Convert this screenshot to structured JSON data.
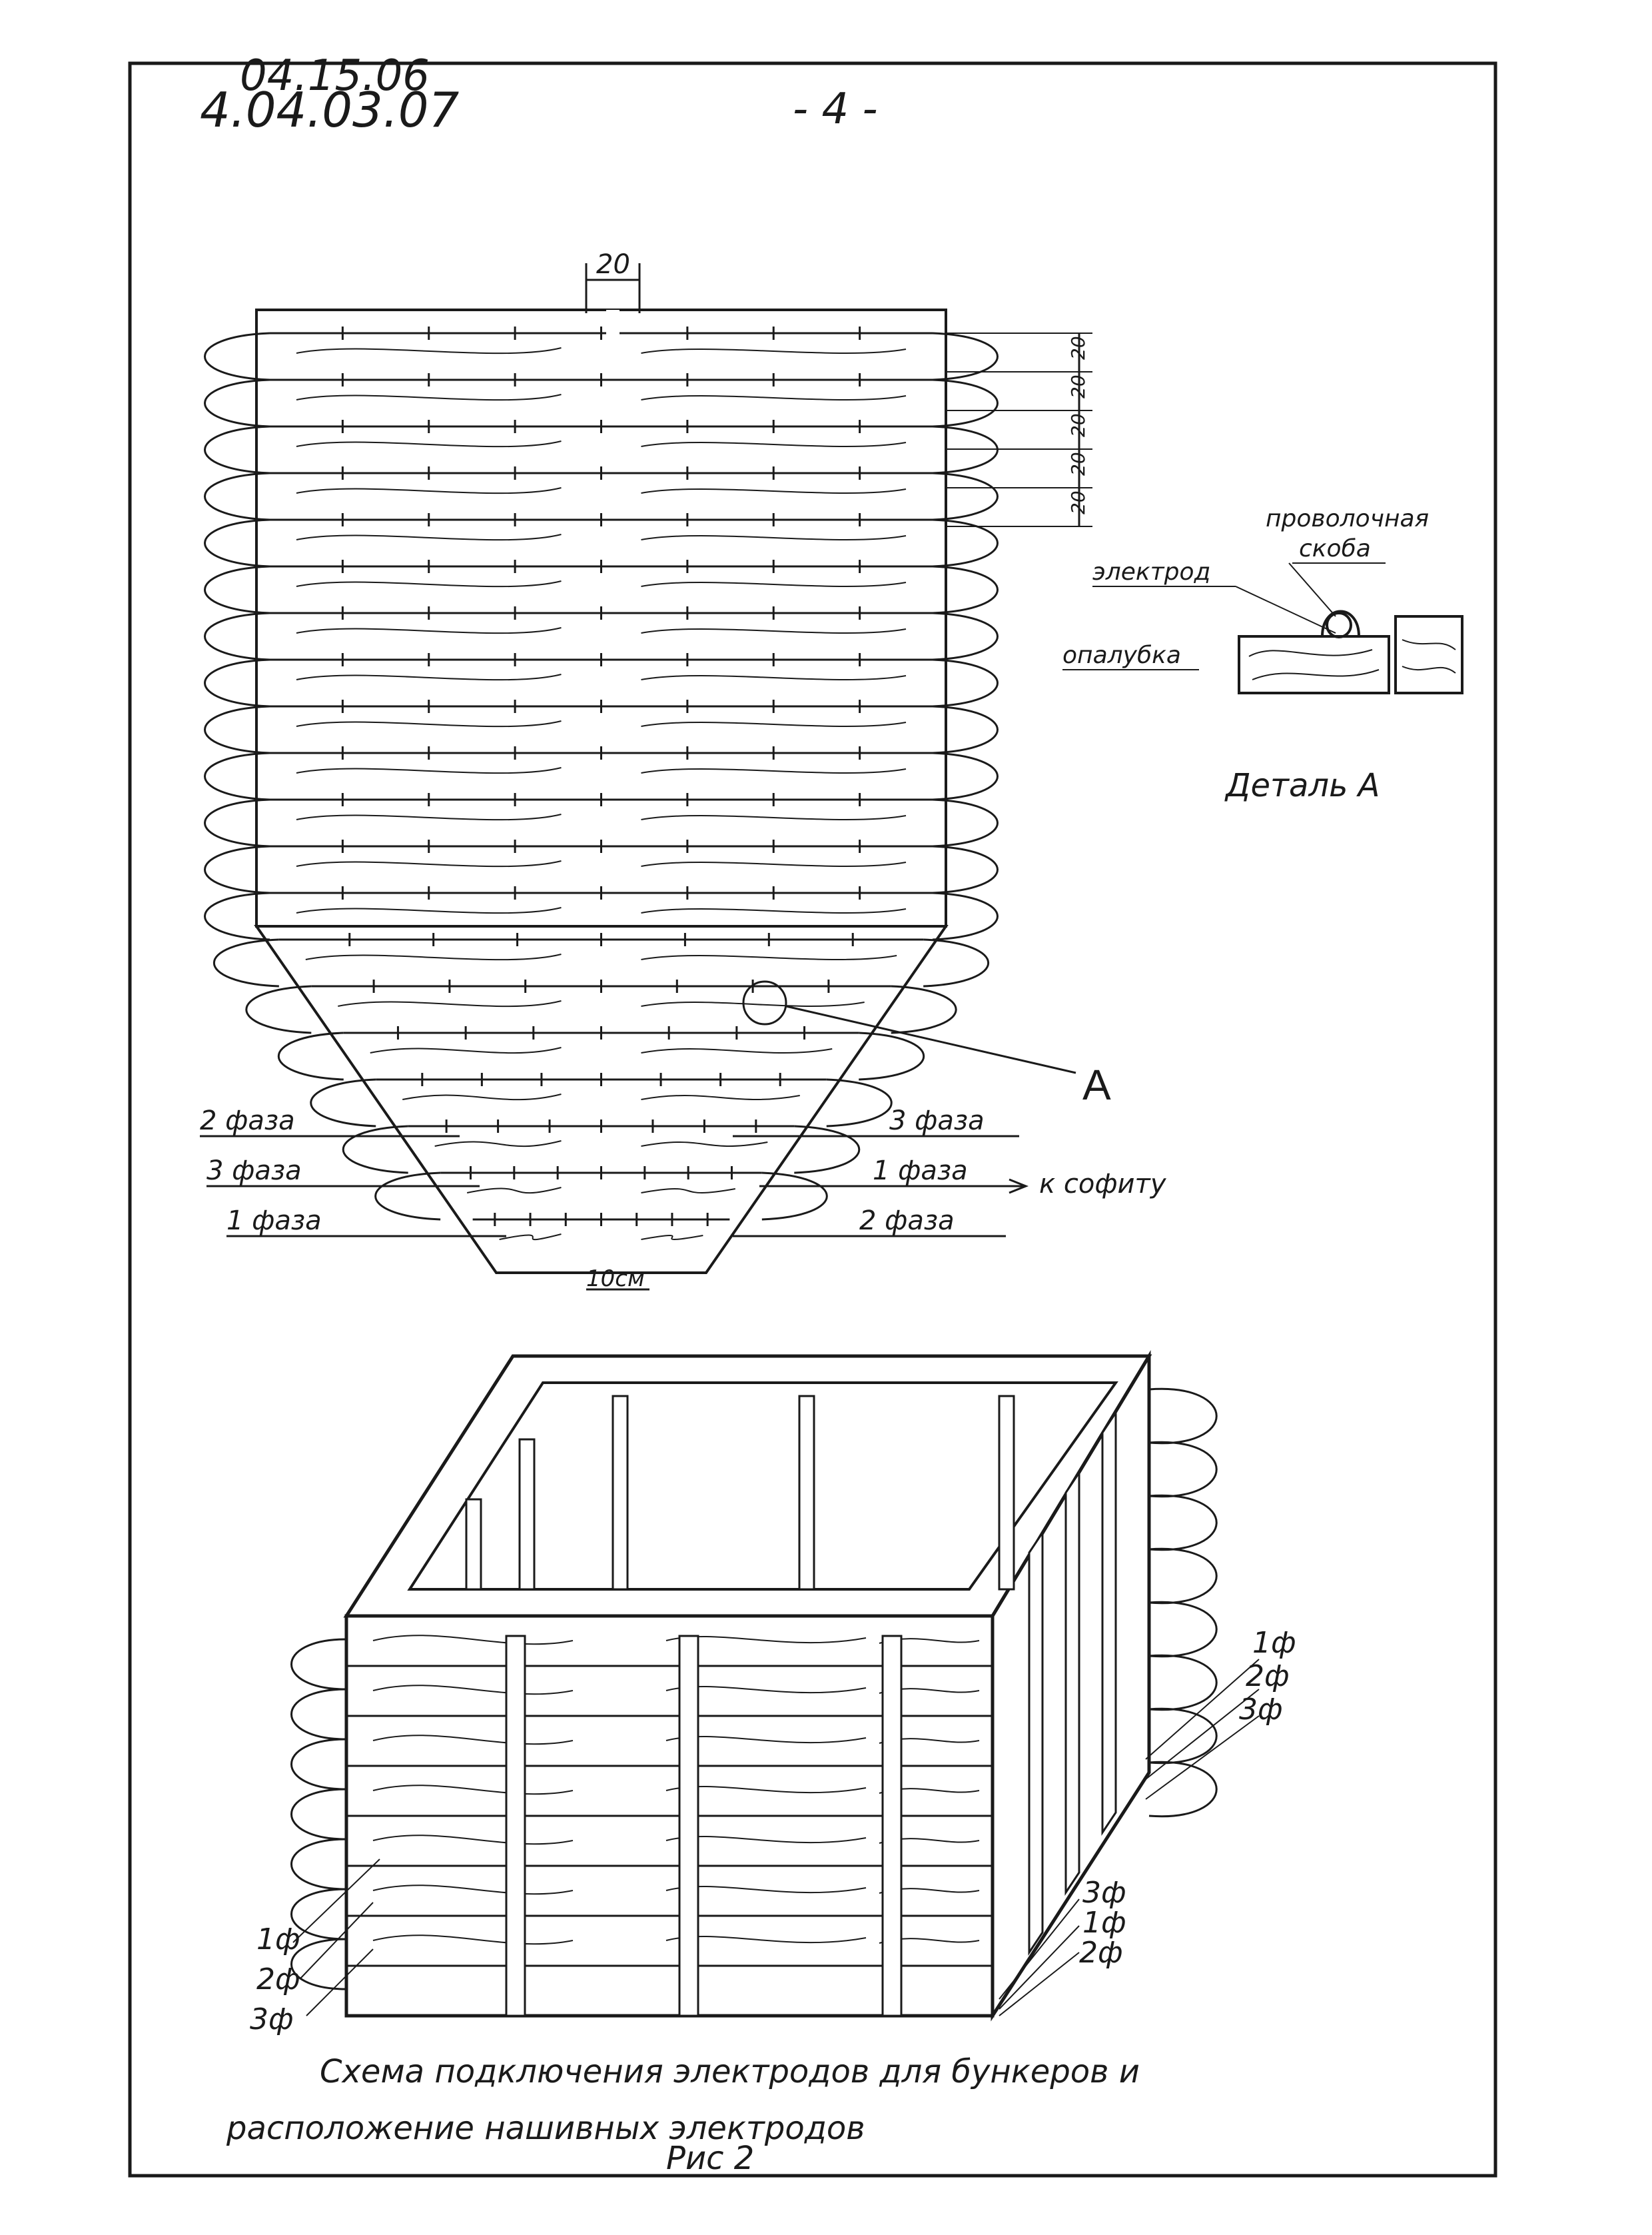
{
  "header": {
    "code_top": "04.15.06",
    "code_main": "4.04.03.07",
    "page_number": "- 4 -"
  },
  "top_figure": {
    "dim_top": "20",
    "dims_right": [
      "20",
      "20",
      "20",
      "20",
      "20"
    ],
    "dim_bottom": "10см",
    "callout_label": "A",
    "phase_labels_left": [
      "2 фаза",
      "3 фаза",
      "1 фаза"
    ],
    "phase_labels_right": [
      "3 фаза",
      "1 фаза",
      "2 фаза"
    ],
    "to_soffit": "к софиту"
  },
  "detail": {
    "wire_staple": "проволочная скоба",
    "electrode": "электрод",
    "formwork": "опалубка",
    "title": "Деталь А"
  },
  "bottom_figure": {
    "phase_right_upper": [
      "1ф",
      "2ф",
      "3ф"
    ],
    "phase_right_lower": [
      "3ф",
      "1ф",
      "2ф"
    ],
    "phase_left": [
      "1ф",
      "2ф",
      "3ф"
    ]
  },
  "caption": {
    "line1": "Схема подключения электродов для бункеров и",
    "line2": "расположение нашивных электродов",
    "fig": "Рис 2"
  }
}
